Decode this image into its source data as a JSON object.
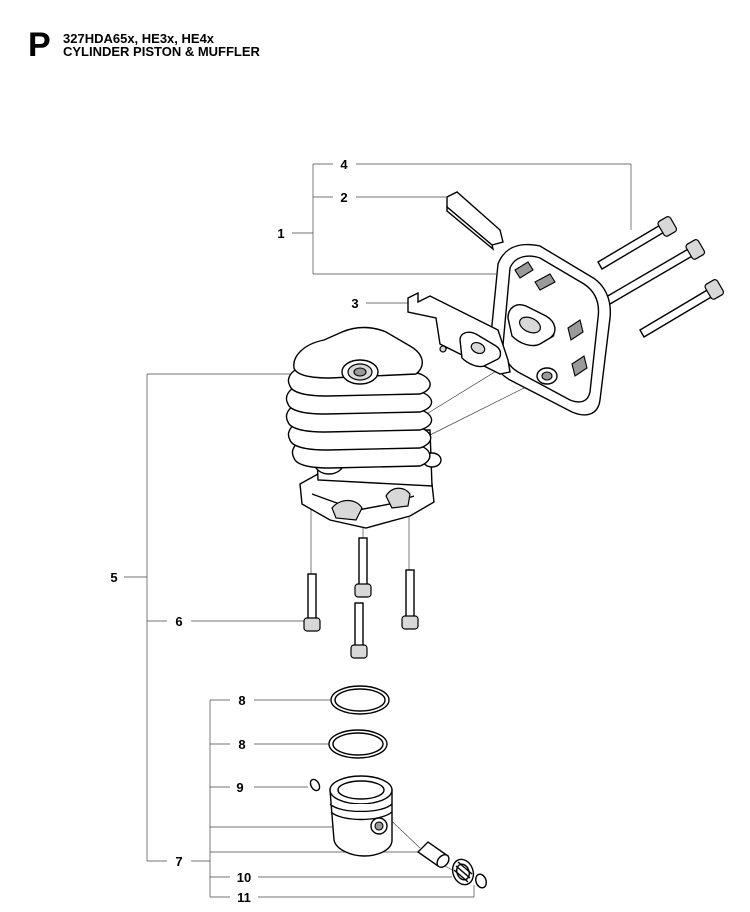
{
  "header": {
    "section_letter": "P",
    "model_line": "327HDA65x, HE3x, HE4x",
    "title_line": "CYLINDER PISTON & MUFFLER"
  },
  "callouts": {
    "c1": "1",
    "c2": "2",
    "c3": "3",
    "c4": "4",
    "c5": "5",
    "c6": "6",
    "c7": "7",
    "c8a": "8",
    "c8b": "8",
    "c9": "9",
    "c10": "10",
    "c11": "11"
  }
}
